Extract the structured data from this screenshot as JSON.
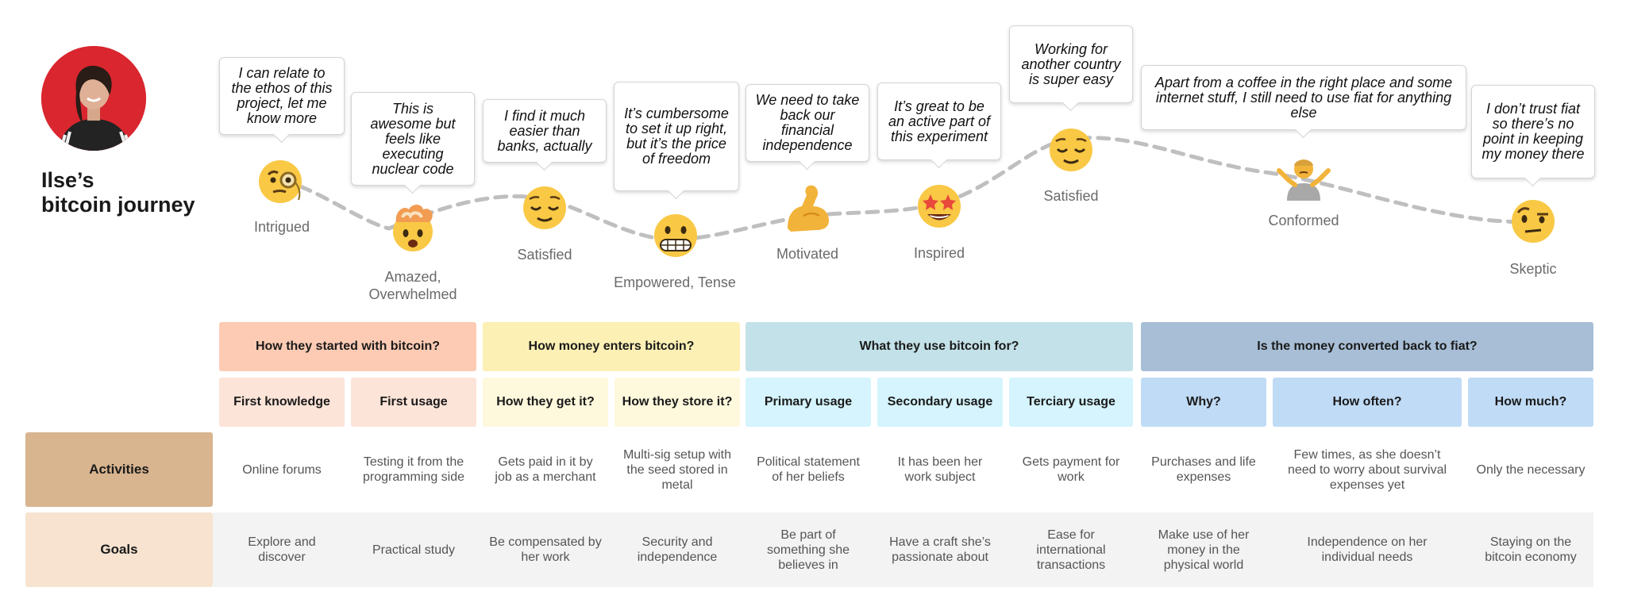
{
  "persona": {
    "title_line1": "Ilse’s",
    "title_line2": "bitcoin journey"
  },
  "moments": [
    {
      "quote": "I can relate to the ethos of this project, let me know more",
      "emotion": "Intrigued",
      "icon": "monocle-face-icon"
    },
    {
      "quote": "This is awesome but feels like executing nuclear code",
      "emotion": "Amazed, Overwhelmed",
      "icon": "exploding-head-icon"
    },
    {
      "quote": "I find it much easier than banks, actually",
      "emotion": "Satisfied",
      "icon": "relieved-face-icon"
    },
    {
      "quote": "It’s cumbersome to set it up right, but it’s the price of freedom",
      "emotion": "Empowered, Tense",
      "icon": "grimacing-face-icon"
    },
    {
      "quote": "We need to take back our financial independence",
      "emotion": "Motivated",
      "icon": "flexed-biceps-icon"
    },
    {
      "quote": "It’s great to be an active part of this experiment",
      "emotion": "Inspired",
      "icon": "star-struck-icon"
    },
    {
      "quote": "Working for another country is super easy",
      "emotion": "Satisfied",
      "icon": "relieved-face-icon"
    },
    {
      "quote": "Apart from a coffee in the right place and some internet stuff, I still need to use fiat for anything else",
      "emotion": "Conformed",
      "icon": "person-shrugging-icon"
    },
    {
      "quote": "I don’t trust fiat so there’s no point in keeping my money there",
      "emotion": "Skeptic",
      "icon": "raised-eyebrow-icon"
    }
  ],
  "categories": [
    {
      "label": "How they started with bitcoin?",
      "color": "#fdcbb4"
    },
    {
      "label": "How money enters bitcoin?",
      "color": "#fdf0b5"
    },
    {
      "label": "What they use bitcoin for?",
      "color": "#c3e1e8"
    },
    {
      "label": "Is the money converted back to fiat?",
      "color": "#a7bed6"
    }
  ],
  "subcategories": [
    {
      "label": "First knowledge",
      "color": "#fde4d8"
    },
    {
      "label": "First usage",
      "color": "#fde4d8"
    },
    {
      "label": "How they get it?",
      "color": "#fef8dc"
    },
    {
      "label": "How they store it?",
      "color": "#fef8dc"
    },
    {
      "label": "Primary usage",
      "color": "#d5f4fd"
    },
    {
      "label": "Secondary usage",
      "color": "#d5f4fd"
    },
    {
      "label": "Terciary usage",
      "color": "#d5f4fd"
    },
    {
      "label": "Why?",
      "color": "#c0dbf5"
    },
    {
      "label": "How often?",
      "color": "#c0dbf5"
    },
    {
      "label": "How much?",
      "color": "#c0dbf5"
    }
  ],
  "rows": {
    "activities": {
      "label": "Activities",
      "color": "#d8b48f",
      "cells": [
        "Online forums",
        "Testing it from the programming side",
        "Gets paid in it by job as a merchant",
        "Multi-sig setup with the seed stored in metal",
        "Political statement of her beliefs",
        "It has been her work subject",
        "Gets payment for work",
        "Purchases and life expenses",
        "Few times, as she doesn’t need to worry about survival expenses yet",
        "Only the necessary"
      ]
    },
    "goals": {
      "label": "Goals",
      "color": "#f7e3d0",
      "cells": [
        "Explore and discover",
        "Practical study",
        "Be compensated by her work",
        "Security and independence",
        "Be part of something she believes in",
        "Have a craft she’s passionate about",
        "Ease for international transactions",
        "Make use of her money in the physical world",
        "Independence on her individual needs",
        "Staying on the bitcoin economy"
      ]
    }
  }
}
